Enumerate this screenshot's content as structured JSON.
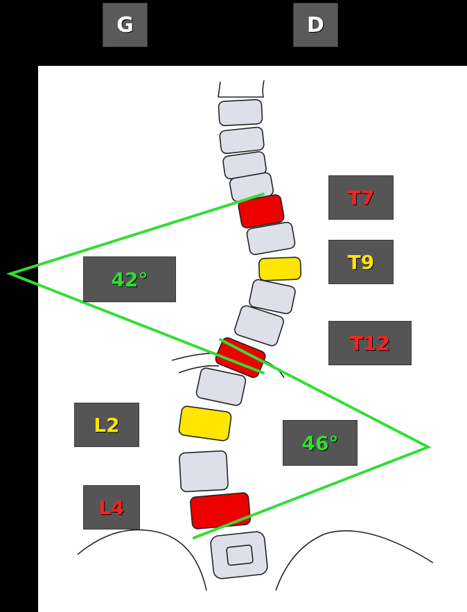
{
  "header": {
    "left_label": "G",
    "right_label": "D"
  },
  "colors": {
    "background": "#000000",
    "panel": "#ffffff",
    "vertebra": "#dde0e8",
    "highlight_red": "#ee0000",
    "highlight_yellow": "#ffe600",
    "angle_lines": "#33dd33",
    "label_box": "#555555"
  },
  "vertebra_labels": [
    {
      "text": "T7",
      "color": "#ff2020"
    },
    {
      "text": "T9",
      "color": "#ffe600"
    },
    {
      "text": "T12",
      "color": "#ff2020"
    },
    {
      "text": "L2",
      "color": "#ffe600"
    },
    {
      "text": "L4",
      "color": "#ff2020"
    }
  ],
  "angles": [
    {
      "text": "42°",
      "color": "#33dd33"
    },
    {
      "text": "46°",
      "color": "#33dd33"
    }
  ]
}
